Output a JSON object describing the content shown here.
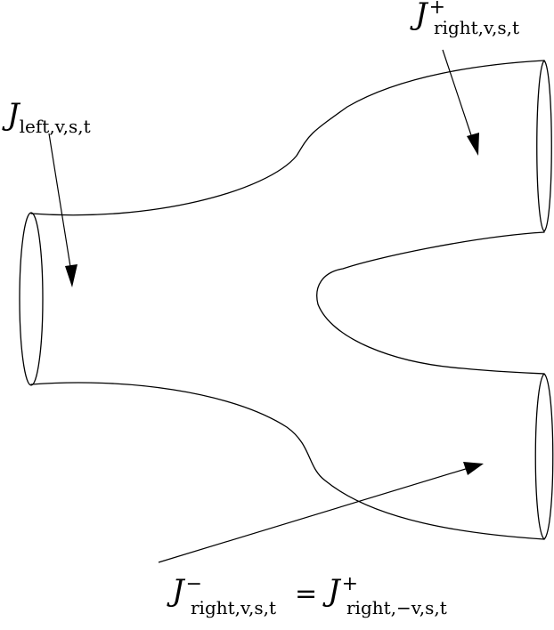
{
  "labels": {
    "left": {
      "base": "J",
      "sub": "left,v,s,t"
    },
    "right_plus": {
      "base": "J",
      "sub": "right,v,s,t",
      "sup": "+"
    },
    "right_minus": {
      "lhs_base": "J",
      "lhs_sub": "right,v,s,t",
      "lhs_sup": "−",
      "equals": "=",
      "rhs_base": "J",
      "rhs_sub": "right,−v,s,t",
      "rhs_sup": "+"
    }
  }
}
